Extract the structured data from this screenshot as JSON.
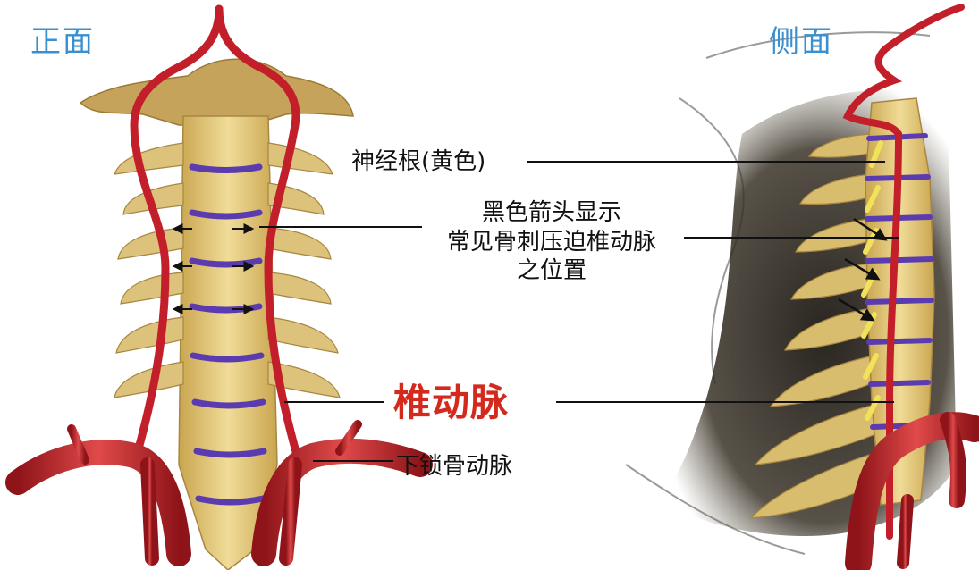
{
  "views": {
    "front": "正面",
    "side": "侧面"
  },
  "labels": {
    "nerve_root": "神经根(黄色)",
    "arrow_note": [
      "黑色箭头显示",
      "常见骨刺压迫椎动脉",
      "之位置"
    ],
    "vertebral_artery": "椎动脉",
    "subclavian_artery": "下锁骨动脉"
  },
  "colors": {
    "title": "#3a8fd0",
    "highlight": "#d42a1e",
    "bone": "#d9bd6e",
    "artery": "#c21f2a",
    "disc": "#5b3bb0",
    "nerve": "#f2e25a"
  }
}
